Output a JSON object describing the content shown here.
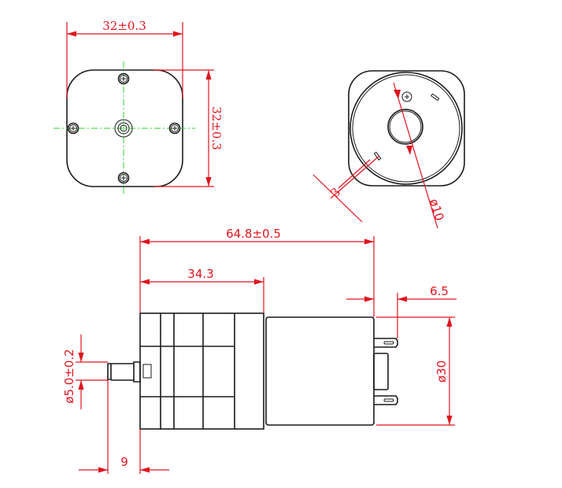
{
  "dimensions": {
    "front_width": "32±0.3",
    "front_height": "32±0.3",
    "slot_spacing": "3",
    "shaft_diameter": "ø10",
    "overall_length": "64.8±0.5",
    "pump_length": "34.3",
    "terminal_length": "6.5",
    "motor_diameter": "ø30",
    "nozzle_diameter": "ø5.0±0.2",
    "nozzle_length": "9"
  },
  "colors": {
    "dimension": "#e0141e",
    "centerline": "#2bd42b",
    "outline": "#1a1a1a"
  }
}
